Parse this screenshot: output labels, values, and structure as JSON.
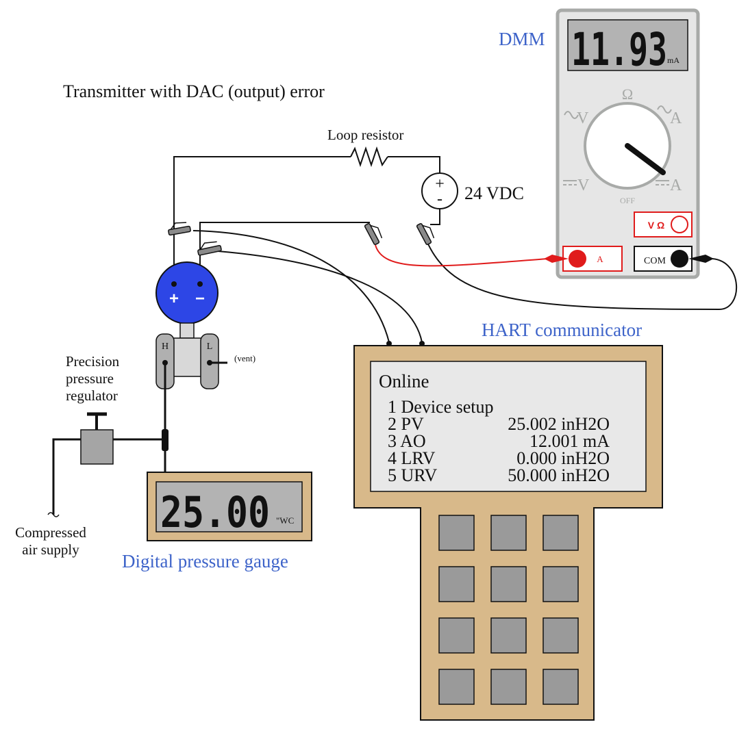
{
  "title": "Transmitter with DAC (output) error",
  "loop": {
    "resistor_label": "Loop resistor",
    "supply_label": "24 VDC",
    "supply_plus": "+",
    "supply_minus": "-"
  },
  "transmitter": {
    "plus": "+",
    "minus": "−",
    "high_port": "H",
    "low_port": "L",
    "vent_label": "(vent)"
  },
  "regulator": {
    "label_lines": [
      "Precision",
      "pressure",
      "regulator"
    ]
  },
  "air_supply": {
    "label_lines": [
      "Compressed",
      "air supply"
    ]
  },
  "gauge": {
    "reading": "25.00",
    "unit": "\"WC",
    "label": "Digital pressure gauge"
  },
  "dmm": {
    "label": "DMM",
    "reading": "11.93",
    "unit": "mA",
    "dial": {
      "ohm": "Ω",
      "ac_volts": "V",
      "ac_amps": "A",
      "dc_volts": "V",
      "dc_amps": "A",
      "off": "OFF"
    },
    "jacks": {
      "volt_ohm": "V Ω",
      "amps": "A",
      "common": "COM"
    }
  },
  "hart": {
    "label": "HART communicator",
    "screen_title": "Online",
    "menu": [
      {
        "name": "1 Device setup",
        "value": ""
      },
      {
        "name": "2 PV",
        "value": "25.002 inH2O"
      },
      {
        "name": "3 AO",
        "value": "12.001 mA"
      },
      {
        "name": "4 LRV",
        "value": "0.000 inH2O"
      },
      {
        "name": "5 URV",
        "value": "50.000 inH2O"
      }
    ],
    "keypad": {
      "rows": 4,
      "cols": 3
    }
  },
  "colors": {
    "accent_label": "#3d63c9",
    "transmitter_body": "#2d46e6",
    "hart_body": "#d8b98a",
    "dmm_body": "#e6e6e6",
    "dmm_trim": "#a8aaa8",
    "red_lead": "#e01b1b",
    "lcd_bg": "#b3b3b3",
    "hart_screen": "#e8e8e8",
    "key": "#9a9a9a"
  }
}
